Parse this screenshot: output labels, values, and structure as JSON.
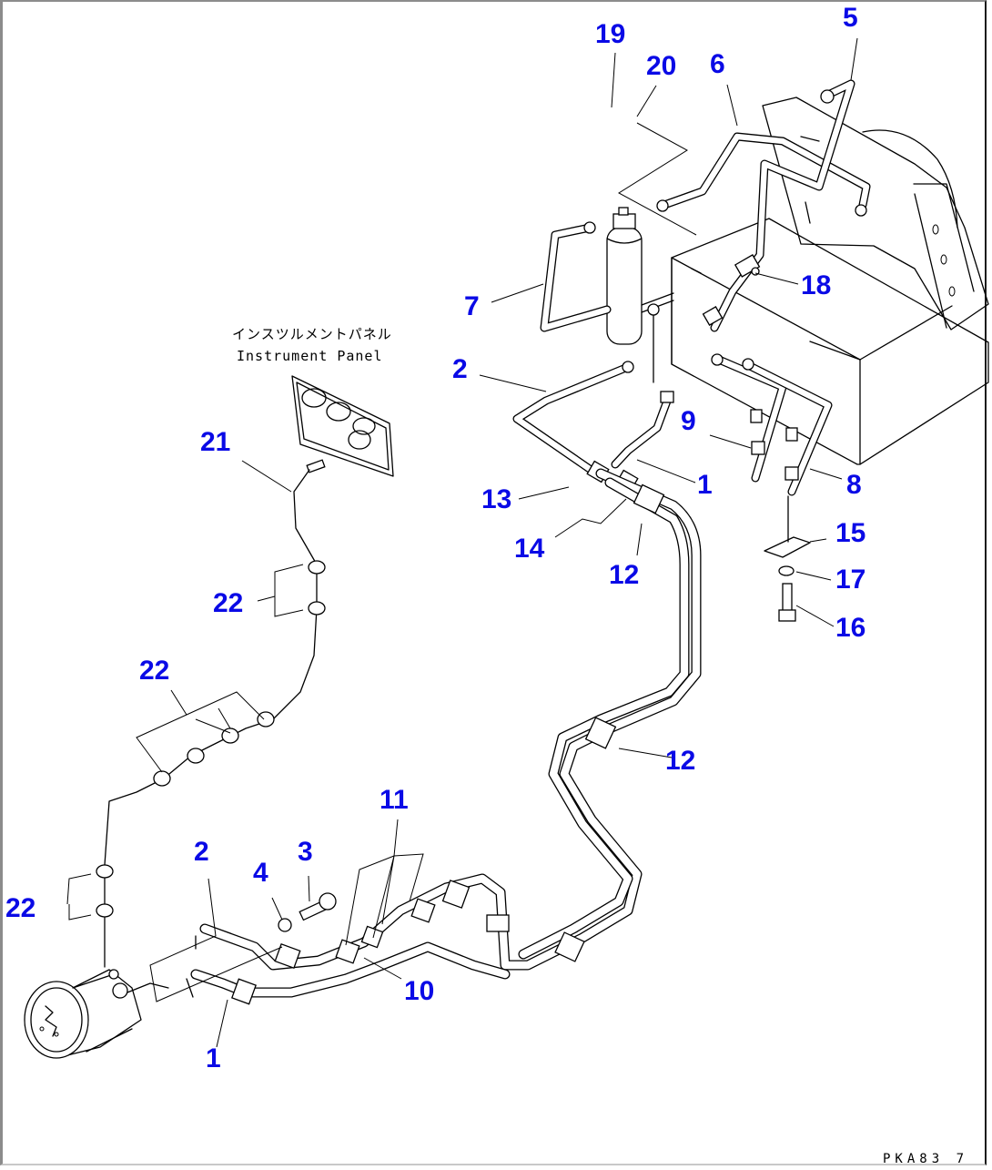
{
  "diagram": {
    "title_jp": "インスツルメントパネル",
    "title_en": "Instrument Panel",
    "drawing_code": "PKA83 7",
    "callout_color": "#0a0ae6",
    "line_color": "#000000",
    "callouts": [
      {
        "id": "c19",
        "text": "19"
      },
      {
        "id": "c20",
        "text": "20"
      },
      {
        "id": "c6",
        "text": "6"
      },
      {
        "id": "c5",
        "text": "5"
      },
      {
        "id": "c18",
        "text": "18"
      },
      {
        "id": "c7",
        "text": "7"
      },
      {
        "id": "c2a",
        "text": "2"
      },
      {
        "id": "c9",
        "text": "9"
      },
      {
        "id": "c1a",
        "text": "1"
      },
      {
        "id": "c8",
        "text": "8"
      },
      {
        "id": "c13",
        "text": "13"
      },
      {
        "id": "c14",
        "text": "14"
      },
      {
        "id": "c12a",
        "text": "12"
      },
      {
        "id": "c15",
        "text": "15"
      },
      {
        "id": "c17",
        "text": "17"
      },
      {
        "id": "c16",
        "text": "16"
      },
      {
        "id": "c21",
        "text": "21"
      },
      {
        "id": "c22a",
        "text": "22"
      },
      {
        "id": "c22b",
        "text": "22"
      },
      {
        "id": "c12b",
        "text": "12"
      },
      {
        "id": "c11",
        "text": "11"
      },
      {
        "id": "c2b",
        "text": "2"
      },
      {
        "id": "c3",
        "text": "3"
      },
      {
        "id": "c4",
        "text": "4"
      },
      {
        "id": "c22c",
        "text": "22"
      },
      {
        "id": "c10",
        "text": "10"
      },
      {
        "id": "c1b",
        "text": "1"
      }
    ],
    "components": [
      "air-conditioner-unit",
      "receiver-drier",
      "compressor",
      "instrument-panel",
      "refrigerant-hoses",
      "wiring-harness",
      "clamps",
      "bolts-and-washers"
    ]
  }
}
